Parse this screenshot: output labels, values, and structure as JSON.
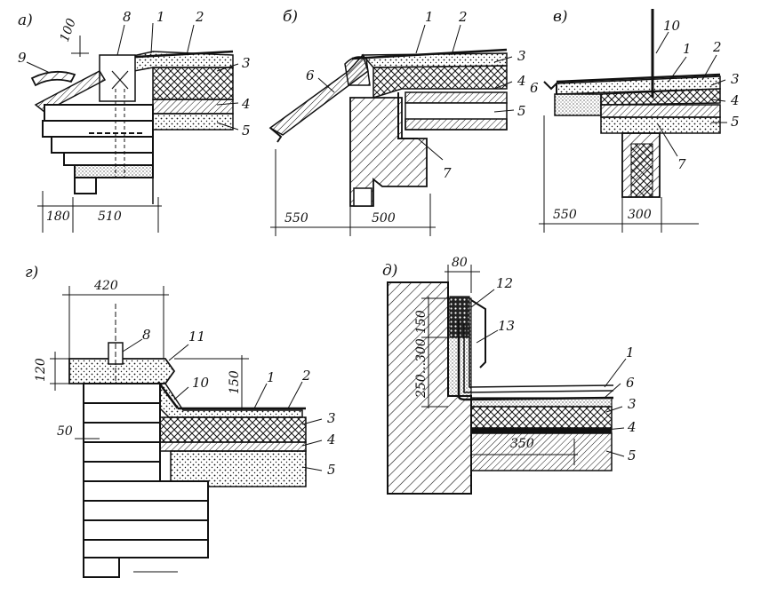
{
  "figure": {
    "panels": [
      {
        "id": "a",
        "title": "а)",
        "callouts": [
          "1",
          "2",
          "3",
          "4",
          "5",
          "8",
          "9"
        ],
        "dimensions": [
          "180",
          "510",
          "100"
        ]
      },
      {
        "id": "b",
        "title": "б)",
        "callouts": [
          "1",
          "2",
          "3",
          "4",
          "5",
          "6",
          "7"
        ],
        "dimensions": [
          "550",
          "500"
        ]
      },
      {
        "id": "v",
        "title": "в)",
        "callouts": [
          "1",
          "2",
          "3",
          "4",
          "5",
          "6",
          "7",
          "10"
        ],
        "dimensions": [
          "550",
          "300"
        ]
      },
      {
        "id": "g",
        "title": "г)",
        "callouts": [
          "1",
          "2",
          "3",
          "4",
          "5",
          "8",
          "10",
          "11"
        ],
        "dimensions": [
          "420",
          "120",
          "150",
          "50"
        ]
      },
      {
        "id": "d",
        "title": "д)",
        "callouts": [
          "1",
          "3",
          "4",
          "5",
          "6",
          "12",
          "13"
        ],
        "dimensions": [
          "80",
          "150",
          "250...300",
          "350"
        ]
      }
    ]
  },
  "colors": {
    "ink": "#111111",
    "paper": "#ffffff"
  }
}
